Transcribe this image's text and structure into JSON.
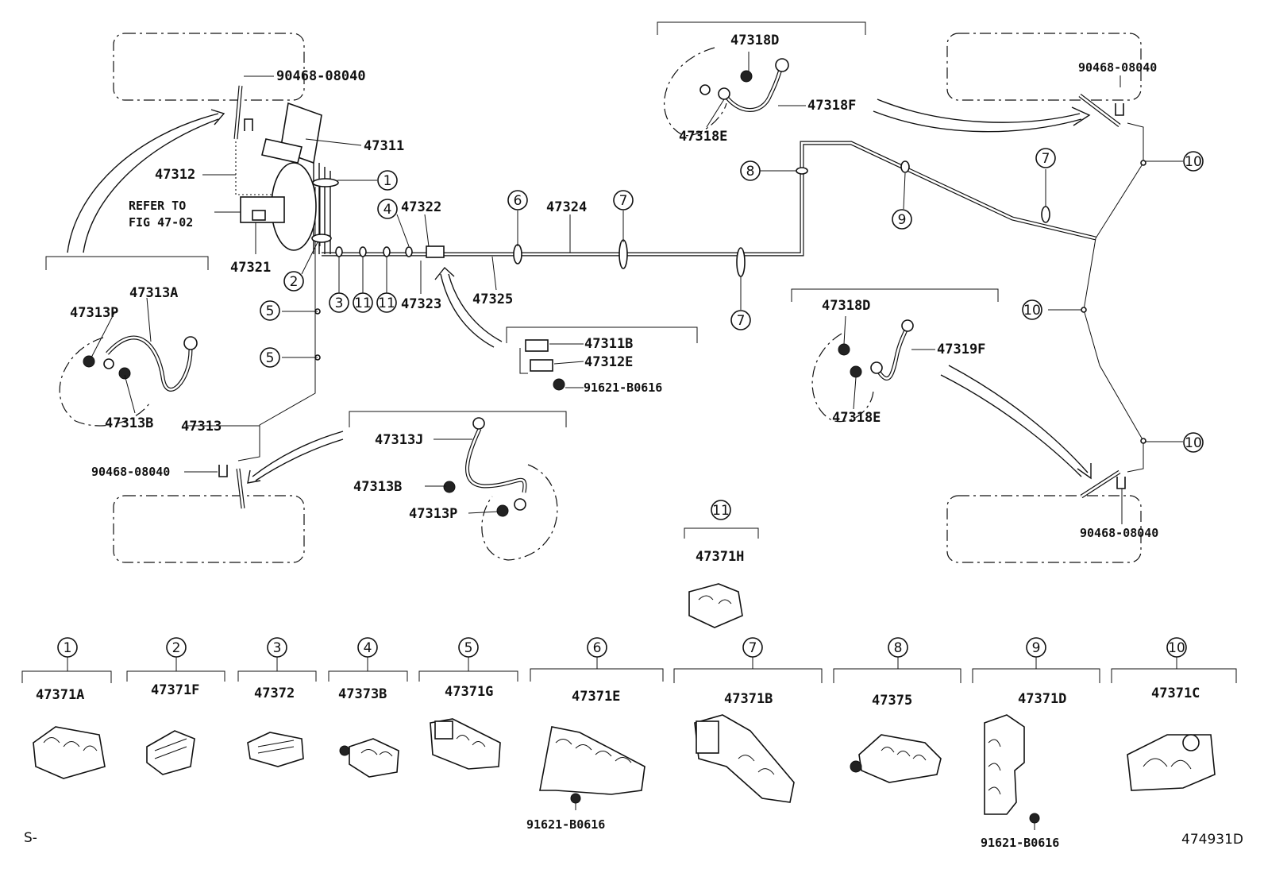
{
  "labels": {
    "p90468_tl": "90468-08040",
    "p47311": "47311",
    "p47312": "47312",
    "refer_to": "REFER TO",
    "refer_fig": "FIG 47-02",
    "p47321": "47321",
    "p47322": "47322",
    "p47323": "47323",
    "p47324": "47324",
    "p47325": "47325",
    "p47313A": "47313A",
    "p47313P_l": "47313P",
    "p47313B_l": "47313B",
    "p47313": "47313",
    "p90468_bl": "90468-08040",
    "p47313J": "47313J",
    "p47313B_c": "47313B",
    "p47313P_c": "47313P",
    "p47311B": "47311B",
    "p47312E": "47312E",
    "p91621_c": "91621-B0616",
    "p47318D_t": "47318D",
    "p47318F": "47318F",
    "p47318E_t": "47318E",
    "p90468_tr": "90468-08040",
    "p47318D_m": "47318D",
    "p47319F": "47319F",
    "p47318E_m": "47318E",
    "p90468_br": "90468-08040",
    "p47371H": "47371H",
    "p91621_b6": "91621-B0616",
    "p91621_b9": "91621-B0616",
    "footer_left": "S-",
    "footer_right": "474931D"
  },
  "callouts": {
    "c1": "1",
    "c2": "2",
    "c3": "3",
    "c4": "4",
    "c5a": "5",
    "c5b": "5",
    "c6": "6",
    "c7a": "7",
    "c7b": "7",
    "c7c": "7",
    "c8": "8",
    "c9": "9",
    "c10a": "10",
    "c10b": "10",
    "c10c": "10",
    "c11a": "11",
    "c11b": "11",
    "c11c": "11"
  },
  "clamps": [
    {
      "num": "1",
      "part": "47371A"
    },
    {
      "num": "2",
      "part": "47371F"
    },
    {
      "num": "3",
      "part": "47372"
    },
    {
      "num": "4",
      "part": "47373B"
    },
    {
      "num": "5",
      "part": "47371G"
    },
    {
      "num": "6",
      "part": "47371E"
    },
    {
      "num": "7",
      "part": "47371B"
    },
    {
      "num": "8",
      "part": "47375"
    },
    {
      "num": "9",
      "part": "47371D"
    },
    {
      "num": "10",
      "part": "47371C"
    }
  ],
  "icons": {
    "callout": "circled-number-icon",
    "hose": "brake-hose-icon",
    "clamp": "tube-clamp-icon",
    "bolt": "bolt-icon",
    "clip": "hose-clip-icon"
  }
}
